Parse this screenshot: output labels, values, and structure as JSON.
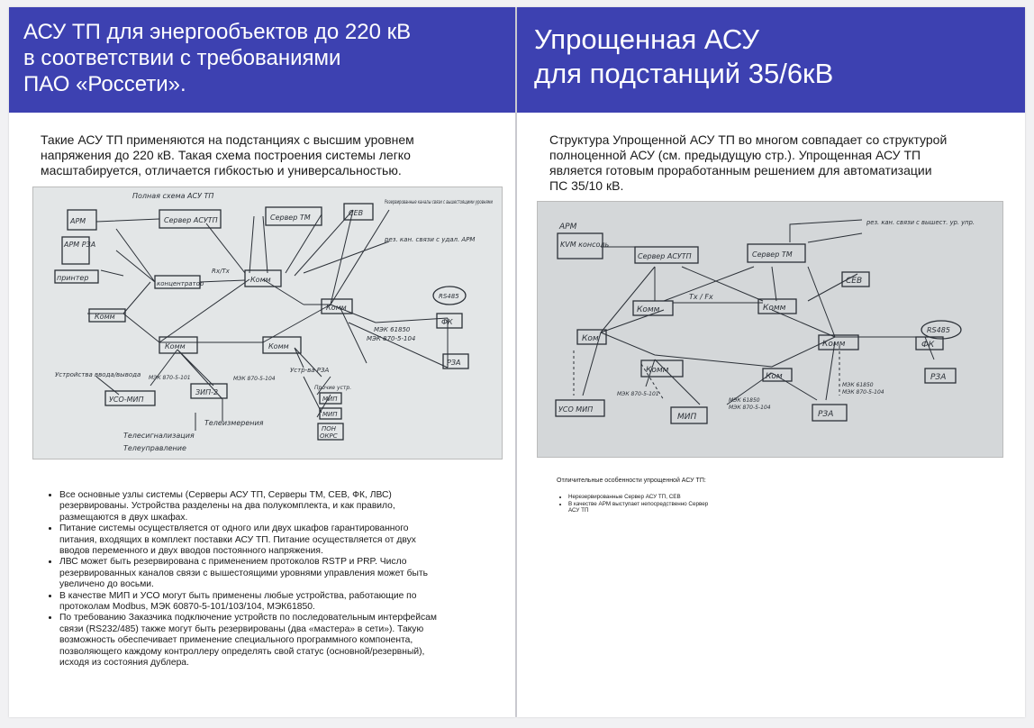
{
  "left": {
    "title_lines": [
      "АСУ ТП для энергообъектов до 220 кВ",
      "в соответствии с требованиями",
      "ПАО «Россети»."
    ],
    "intro_lines": [
      "Такие АСУ ТП применяются на подстанциях с высшим уровнем",
      "напряжения до 220 кВ. Такая схема построения системы легко",
      "масштабируется, отличается гибкостью и универсальностью."
    ],
    "diagram": {
      "header_note": "Полная схема АСУ ТП",
      "nodes": {
        "arm1": "АРМ",
        "server_asutp": "Сервер АСУТП",
        "server_tm": "Сервер ТМ",
        "sev": "СЕВ",
        "arm2": "АРМ РЗА",
        "printer": "принтер",
        "konc": "концентратор",
        "komm_c": "Комм",
        "komm_l": "Комм",
        "komm_r": "Комм",
        "komm_m1": "Комм",
        "komm_m2": "Комм",
        "fk": "ФК",
        "rs485": "RS485",
        "rza": "РЗА",
        "uso_mip": "УСО-МИП",
        "mip": "ЗИП-2",
        "mip1": "МИП",
        "mip2": "МИП",
        "pon": "ПОН",
        "okrs": "ОКРС"
      },
      "labels": {
        "reserve_top": "Резервированные каналы связи с вышестоящими уровнями",
        "reserve_arm": "рез. кан. связи с удал. АРМ",
        "txrx": "Rx/Tx",
        "mek61850": "МЭК 61850",
        "mek870": "МЭК 870-5-104",
        "inputs": "Устройства ввода/вывода",
        "mek101": "МЭК 870-5-101",
        "mek104": "МЭК 870-5-104",
        "ustr_rza": "Устр-ва РЗА",
        "others": "Прочие устр.",
        "telemetry": "Телеизмерения",
        "telesignal": "Телесигнализация",
        "telecontrol": "Телеуправление"
      }
    },
    "bullets": [
      [
        "Все основные узлы системы (Серверы АСУ ТП, Серверы ТМ, СЕВ, ФК, ЛВС)",
        "резервированы. Устройства разделены на два полукомплекта, и как правило,",
        "размещаются в двух шкафах."
      ],
      [
        "Питание системы осуществляется от одного или двух шкафов гарантированного",
        "питания, входящих в комплект поставки АСУ ТП. Питание осуществляется от двух",
        "вводов переменного и двух вводов постоянного напряжения."
      ],
      [
        "ЛВС может быть резервирована с применением протоколов RSTP и PRP. Число",
        "резервированных каналов связи с вышестоящими уровнями управления может быть",
        "увеличено до восьми."
      ],
      [
        "В качестве МИП и УСО могут быть применены любые устройства, работающие по",
        "протоколам Modbus, МЭК 60870-5-101/103/104, МЭК61850."
      ],
      [
        "По требованию Заказчика подключение устройств по последовательным интерфейсам",
        "связи (RS232/485) также могут быть резервированы (два «мастера» в сети»). Такую",
        "возможность обеспечивает применение специального программного компонента,",
        "позволяющего каждому контроллеру определять свой статус (основной/резервный),",
        "исходя из состояния дублера."
      ]
    ]
  },
  "right": {
    "title_lines": [
      "Упрощенная АСУ",
      "для подстанций 35/6кВ"
    ],
    "intro_lines": [
      "Структура Упрощенной АСУ ТП во многом совпадает со структурой",
      "полноценной АСУ (см. предыдущую стр.). Упрощенная АСУ ТП",
      "является готовым проработанным решением для автоматизации",
      "ПС 35/10 кВ."
    ],
    "diagram": {
      "nodes": {
        "arm": "АРМ",
        "kvm": "KVM консоль",
        "server_asutp": "Сервер АСУТП",
        "server_tm": "Сервер ТМ",
        "sev": "СЕВ",
        "komm1": "Комм",
        "komm2": "Комм",
        "komm3": "Ком",
        "komm4": "Комм",
        "komm5": "Ком",
        "komm6": "Комм",
        "fk": "ФК",
        "rs485": "RS485",
        "rza_r": "РЗА",
        "uso_mip": "УСО МИП",
        "mip": "МИП",
        "rza_b": "РЗА"
      },
      "labels": {
        "reserve": "рез. кан. связи с вышест. ур. упр.",
        "txfx": "Tx / Fx",
        "mek101": "МЭК 870-5-101",
        "mek61850": "МЭК 61850",
        "mek104": "МЭК 870-5-104",
        "mek61850b": "МЭК 61850",
        "mek104b": "МЭК 870-5-104"
      }
    },
    "features_title": "Отличительные особенности упрощенной АСУ ТП:",
    "features": [
      [
        "Нерезервированные Сервер АСУ ТП, СЕВ"
      ],
      [
        "В качестве АРМ выступает непосредственно Сервер",
        "АСУ ТП"
      ]
    ]
  },
  "colors": {
    "header_bg": "#3d41b1",
    "header_text": "#ffffff"
  }
}
